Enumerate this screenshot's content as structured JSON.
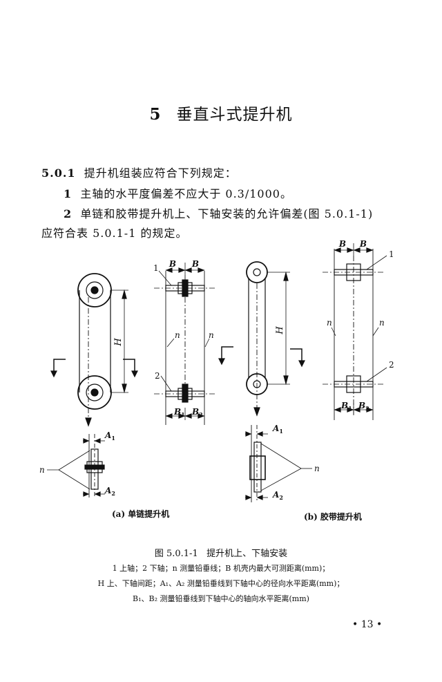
{
  "chapter": {
    "number": "5",
    "title": "垂直斗式提升机"
  },
  "clause": {
    "number": "5.0.1",
    "text": "提升机组装应符合下列规定："
  },
  "item1": {
    "number": "1",
    "text": "主轴的水平度偏差不应大于 0.3/1000。"
  },
  "item2": {
    "number": "2",
    "text_line1": "单链和胶带提升机上、下轴安装的允许偏差(图 5.0.1-1)",
    "text_line2": "应符合表 5.0.1-1 的规定。"
  },
  "figure": {
    "labels": {
      "B": "B",
      "H": "H",
      "n": "n",
      "one": "1",
      "two": "2",
      "B1": "B",
      "B2": "B",
      "sub1": "1",
      "sub2": "2",
      "A1": "A",
      "A2": "A"
    },
    "sub_a": "(a) 单链提升机",
    "sub_b": "(b) 胶带提升机",
    "caption_number": "图 5.0.1-1",
    "caption_title": "提升机上、下轴安装",
    "legend_line1": "1 上轴；2 下轴；n 测量铅垂线；B 机壳内最大可测距离(mm)；",
    "legend_line2": "H 上、下轴间距；A₁、A₂ 测量铅垂线到下轴中心的径向水平距离(mm)；",
    "legend_line3": "B₁、B₂ 测量铅垂线到下轴中心的轴向水平距离(mm)"
  },
  "page_number": "• 13 •"
}
